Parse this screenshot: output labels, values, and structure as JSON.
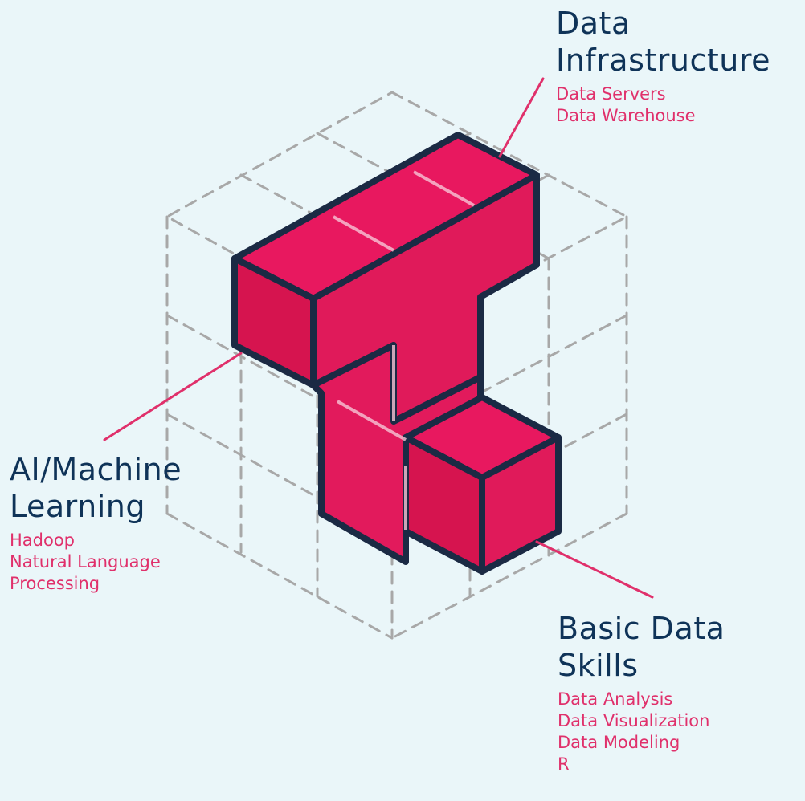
{
  "colors": {
    "background": "#eaf6f9",
    "heading": "#0f3358",
    "subitem": "#e0306b",
    "block_fill": "#e8185f",
    "block_fill_shade": "#c80f4f",
    "block_outline": "#1b2a44",
    "grid_dash": "#a8a8a8",
    "leader_line": "#e0306b"
  },
  "categories": [
    {
      "id": "infra",
      "heading_lines": [
        "Data",
        "Infrastructure"
      ],
      "items": [
        "Data Servers",
        "Data Warehouse"
      ]
    },
    {
      "id": "ai",
      "heading_lines": [
        "AI/Machine",
        "Learning"
      ],
      "items": [
        "Hadoop",
        "Natural Language",
        "Processing"
      ]
    },
    {
      "id": "basic",
      "heading_lines": [
        "Basic Data",
        "Skills"
      ],
      "items": [
        "Data Analysis",
        "Data Visualization",
        "Data Modeling",
        "R"
      ]
    }
  ]
}
